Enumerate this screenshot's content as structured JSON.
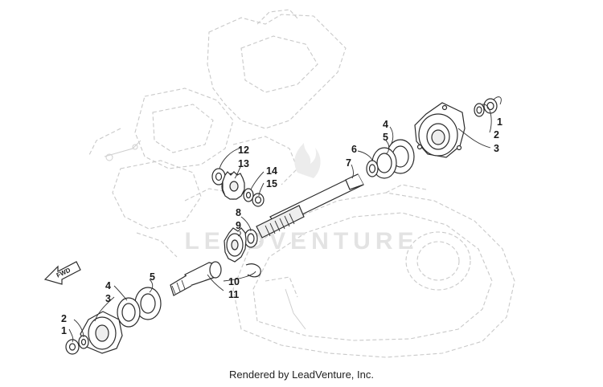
{
  "diagram": {
    "watermark": "LEADVENTURE",
    "direction_label": "FWD",
    "callouts": {
      "c1_top": "1",
      "c2_top": "2",
      "c3_top": "3",
      "c4_top": "4",
      "c5_top": "5",
      "c6": "6",
      "c7": "7",
      "c8": "8",
      "c9": "9",
      "c10": "10",
      "c11": "11",
      "c12": "12",
      "c13": "13",
      "c14": "14",
      "c15": "15",
      "c5_bot": "5",
      "c4_bot": "4",
      "c3_bot": "3",
      "c2_bot": "2",
      "c1_bot": "1"
    }
  },
  "footer": {
    "text": "Rendered by LeadVenture, Inc."
  }
}
